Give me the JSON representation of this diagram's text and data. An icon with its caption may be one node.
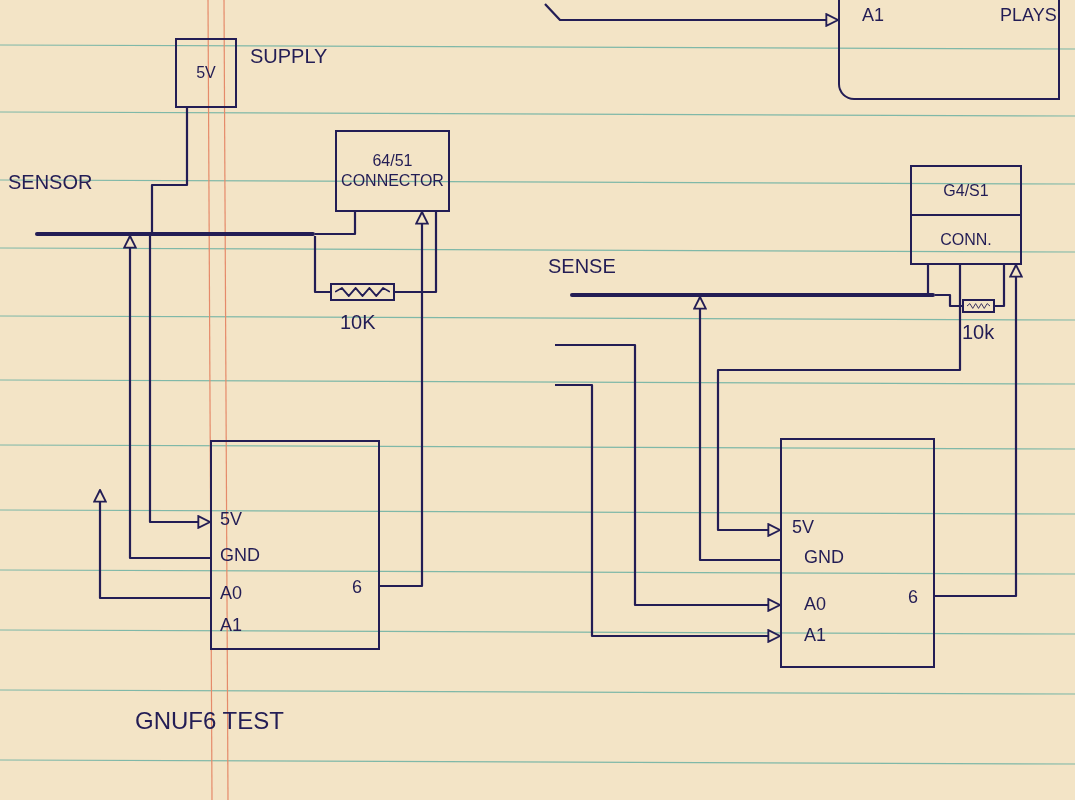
{
  "diagram": {
    "caption": "GNUF6 TEST",
    "nodes": [
      {
        "text": [
          "5V"
        ],
        "beside": [
          "SUPPLY"
        ]
      },
      {
        "text": [],
        "shape": "bar",
        "beside": [
          "SENSOR"
        ]
      },
      {
        "text": [
          "64/51 CONNECTOR"
        ]
      },
      {
        "text": [],
        "shape": "box",
        "beside": [
          "10K"
        ]
      },
      {
        "text": [
          "5V",
          "GND",
          "A0",
          "A1",
          "6"
        ]
      },
      {
        "text": [],
        "shape": "bar",
        "beside": [
          "SENSE"
        ]
      },
      {
        "text": [
          "G4/S1",
          "CONN."
        ]
      },
      {
        "text": [],
        "shape": "box",
        "beside": [
          "10k"
        ]
      },
      {
        "text": [
          "5V",
          "GND",
          "A0",
          "A1",
          "6"
        ]
      },
      {
        "text": [
          "A1",
          "PLAYS"
        ]
      }
    ],
    "edges": [
      {
        "from": 0,
        "to": 1,
        "arrow": "none"
      },
      {
        "from": 1,
        "to": 4,
        "arrow": "to"
      },
      {
        "from": 4,
        "to": 1,
        "arrow": "to"
      },
      {
        "from": 1,
        "to": 2,
        "arrow": "none"
      },
      {
        "from": 1,
        "to": 3,
        "arrow": "none"
      },
      {
        "from": 3,
        "to": 2,
        "arrow": "none"
      },
      {
        "from": 4,
        "to": 2,
        "arrow": "to"
      },
      {
        "from": 4,
        "to": null,
        "arrow": "to"
      },
      {
        "from": 5,
        "to": 6,
        "arrow": "none"
      },
      {
        "from": 5,
        "to": 7,
        "arrow": "none"
      },
      {
        "from": 7,
        "to": 6,
        "arrow": "none"
      },
      {
        "from": 6,
        "to": 8,
        "arrow": "to"
      },
      {
        "from": 8,
        "to": 5,
        "arrow": "to"
      },
      {
        "from": null,
        "to": 8,
        "arrow": "to"
      },
      {
        "from": null,
        "to": 8,
        "arrow": "to"
      },
      {
        "from": 8,
        "to": 6,
        "arrow": "to"
      },
      {
        "from": null,
        "to": 9,
        "arrow": "to"
      }
    ]
  }
}
